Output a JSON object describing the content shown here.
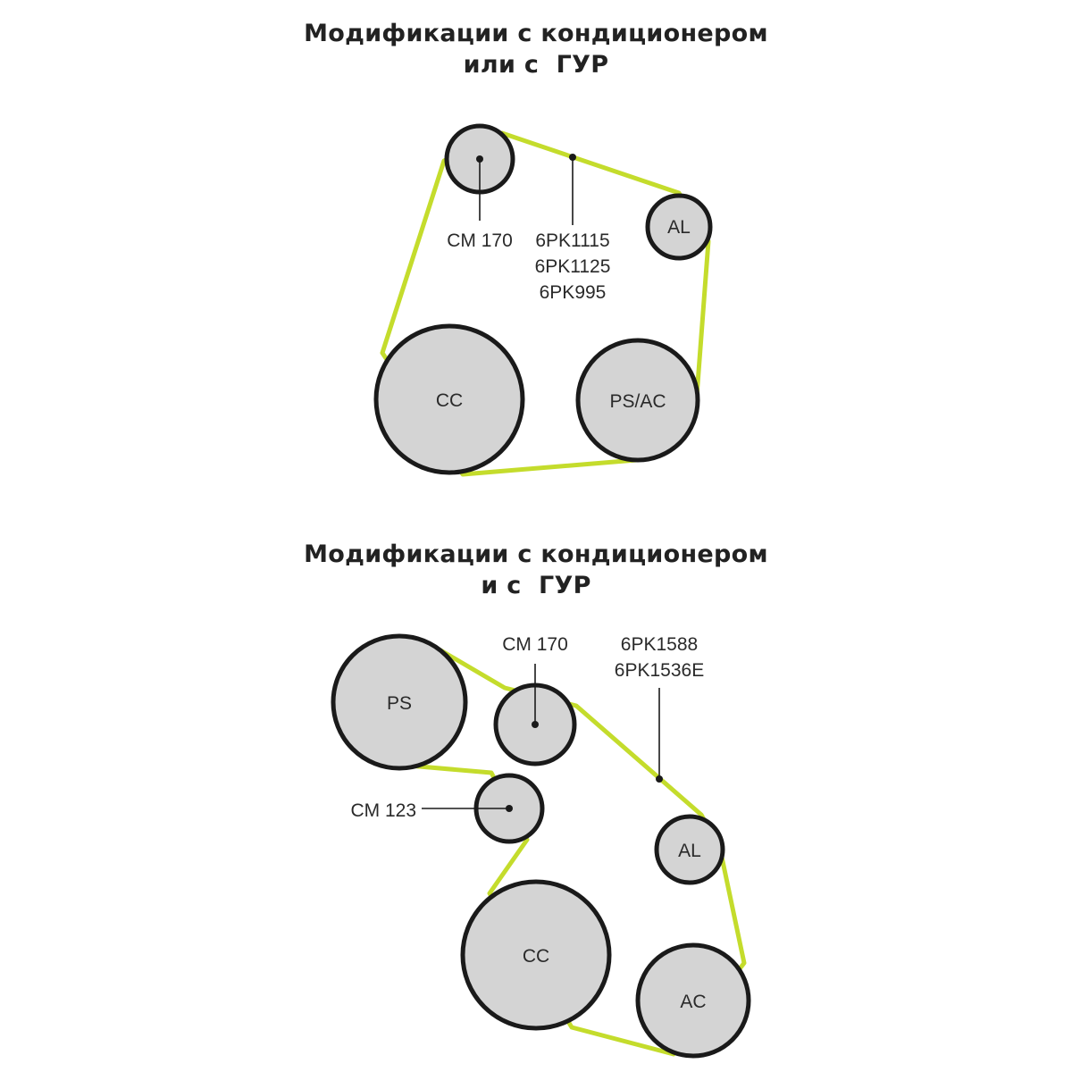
{
  "diagram_1": {
    "title_lines": [
      "Модификации с кондиционером",
      "или с  ГУР"
    ],
    "pulleys": {
      "cm170": "",
      "al": "AL",
      "cc": "CC",
      "psac": "PS/AC"
    },
    "callouts": {
      "tensioner": "CM 170",
      "belts": [
        "6PK1115",
        "6PK1125",
        "6PK995"
      ]
    },
    "colors": {
      "belt": "#c4dc2c",
      "pulley_fill": "#d4d4d4",
      "pulley_outline": "#1a1a1a"
    }
  },
  "diagram_2": {
    "title_lines": [
      "Модификации с кондиционером",
      "и с  ГУР"
    ],
    "pulleys": {
      "ps": "PS",
      "cm170": "",
      "cm123": "",
      "al": "AL",
      "cc": "CC",
      "ac": "AC"
    },
    "callouts": {
      "tensioner": "CM 170",
      "idler": "CM 123",
      "belts": [
        "6PK1588",
        "6PK1536E"
      ]
    },
    "colors": {
      "belt": "#c4dc2c",
      "pulley_fill": "#d4d4d4",
      "pulley_outline": "#1a1a1a"
    }
  }
}
